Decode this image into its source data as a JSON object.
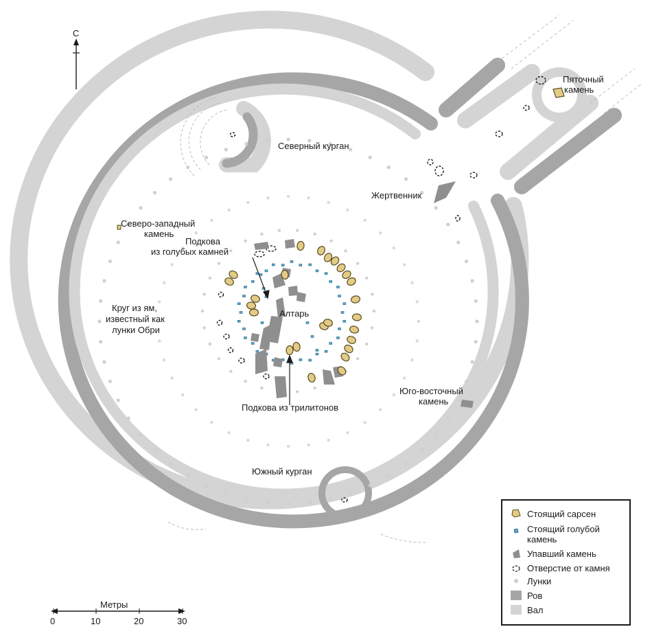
{
  "labels": {
    "north": "С",
    "heel_1": "Пяточный",
    "heel_2": "камень",
    "north_barrow": "Северный курган",
    "slaughter": "Жертвенник",
    "nw_1": "Северо-западный",
    "nw_2": "камень",
    "bluehorse_1": "Подкова",
    "bluehorse_2": "из голубых камней",
    "aubrey_1": "Круг из ям,",
    "aubrey_2": "известный как",
    "aubrey_3": "лунки Обри",
    "altar": "Алтарь",
    "trilithon": "Подкова из трилитонов",
    "se_1": "Юго-восточный",
    "se_2": "камень",
    "south_barrow": "Южный курган"
  },
  "legend": {
    "sarsen": "Стоящий сарсен",
    "bluestone_1": "Стоящий голубой",
    "bluestone_2": "камень",
    "fallen": "Упавший камень",
    "hole": "Отверстие от камня",
    "aubrey": "Лунки",
    "ditch": "Ров",
    "bank": "Вал"
  },
  "scale": {
    "title": "Метры",
    "ticks": [
      "0",
      "10",
      "20",
      "30"
    ]
  },
  "colors": {
    "ditch": "#a6a6a6",
    "bank": "#d4d4d4",
    "sarsen": "#e2cb84",
    "sarsen_stroke": "#5a4a22",
    "bluestone": "#5aa6cc",
    "fallen": "#8f8f8f",
    "holes": "#cfcfcf",
    "ink": "#1a1a1a"
  }
}
